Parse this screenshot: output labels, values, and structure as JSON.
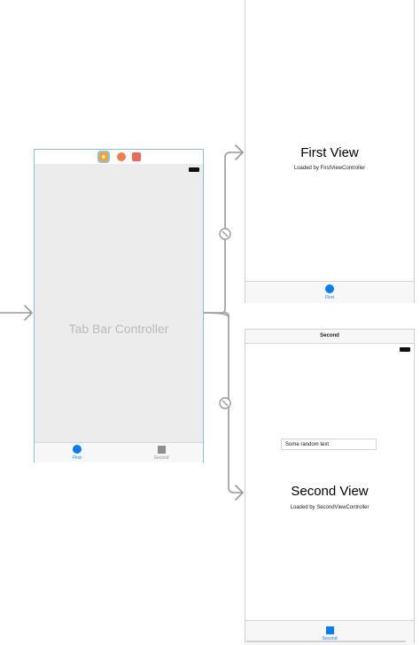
{
  "tab_bar_controller": {
    "title": "Tab Bar Controller",
    "tabs": [
      {
        "label": "First",
        "icon": "circle-icon",
        "color": "#0a7cf4"
      },
      {
        "label": "Second",
        "icon": "square-icon",
        "color": "#8f8f8f"
      }
    ]
  },
  "first_view": {
    "title": "First View",
    "subtitle": "Loaded by FirstViewController",
    "tab_label": "First"
  },
  "second_view": {
    "nav_title": "Second",
    "text_field_value": "Some random text",
    "title": "Second View",
    "subtitle": "Loaded by SecondViewController",
    "tab_label": "Second"
  },
  "colors": {
    "accent": "#0a7cf4",
    "selection_border": "#8fbbe6",
    "segue_line": "#999999"
  }
}
